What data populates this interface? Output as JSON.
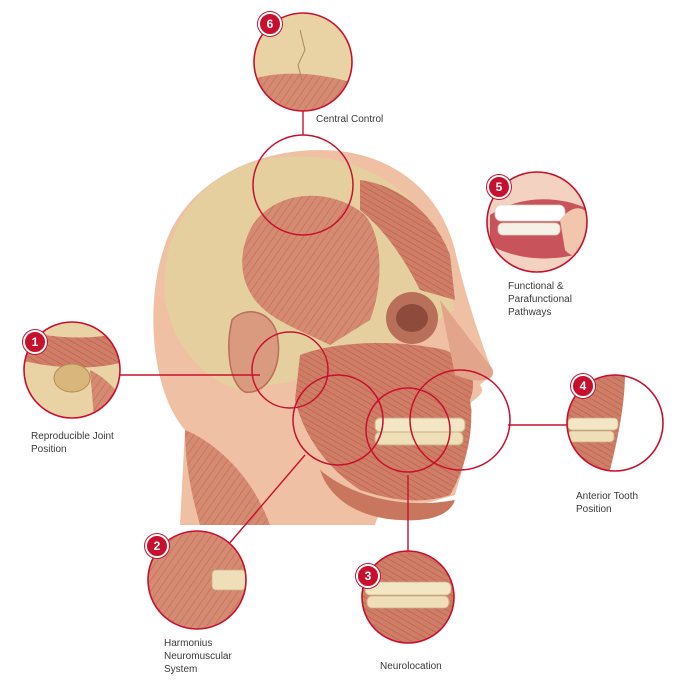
{
  "colors": {
    "accent": "#c8102e",
    "skin": "#f2c4a8",
    "bone": "#e6cf9e",
    "muscle": "#d4846c",
    "muscle_dark": "#b45a46",
    "text": "#3a3a3a"
  },
  "callouts": [
    {
      "number": "1",
      "label": "Reproducible Joint\nPosition"
    },
    {
      "number": "2",
      "label": "Harmonius\nNeuromuscular\nSystem"
    },
    {
      "number": "3",
      "label": "Neurolocation"
    },
    {
      "number": "4",
      "label": "Anterior Tooth\nPosition"
    },
    {
      "number": "5",
      "label": "Functional &\nParafunctional\nPathways"
    },
    {
      "number": "6",
      "label": "Central Control"
    }
  ]
}
